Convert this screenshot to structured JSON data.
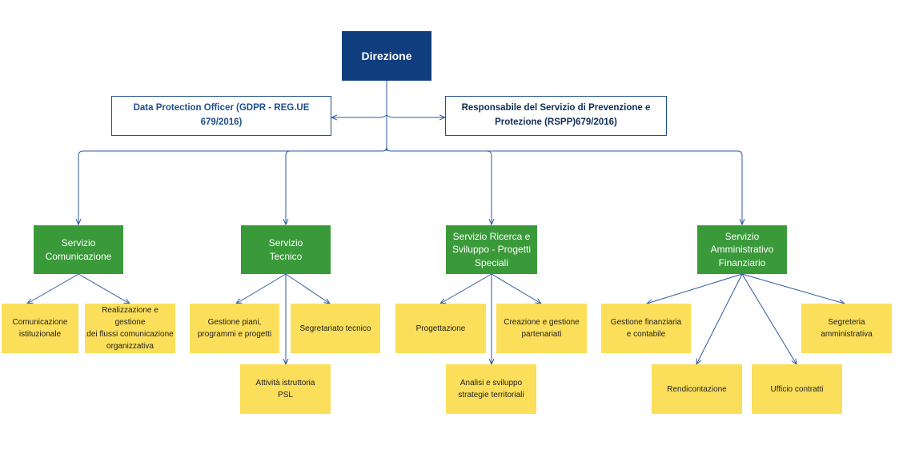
{
  "root": {
    "label": "Direzione"
  },
  "staff": {
    "dpo": "Data Protection Officer (GDPR - REG.UE\n679/2016)",
    "rspp": "Responsabile del Servizio di Prevenzione e\nProtezione (RSPP)679/2016)"
  },
  "services": [
    {
      "label": "Servizio\nComunicazione",
      "units": [
        "Comunicazione\nistituzionale",
        "Realizzazione e gestione\ndei flussi comunicazione\norganizzativa"
      ]
    },
    {
      "label": "Servizio\nTecnico",
      "units": [
        "Gestione piani,\nprogrammi e progetti",
        "Segretariato tecnico",
        "Attività istruttoria\nPSL"
      ]
    },
    {
      "label": "Servizio Ricerca e\nSviluppo - Progetti\nSpeciali",
      "units": [
        "Progettazione",
        "Creazione e gestione\npartenariati",
        "Analisi e sviluppo\nstrategie territoriali"
      ]
    },
    {
      "label": "Servizio\nAmministrativo\nFinanziario",
      "units": [
        "Gestione finanziaria\ne contabile",
        "Segreteria\namministrativa",
        "Rendicontazione",
        "Ufficio contratti"
      ]
    }
  ],
  "colors": {
    "root": "#0f3d7d",
    "staff_border": "#1f4e8c",
    "service": "#3a9a3a",
    "unit": "#fbde5a",
    "connector": "#2c5aa0"
  }
}
